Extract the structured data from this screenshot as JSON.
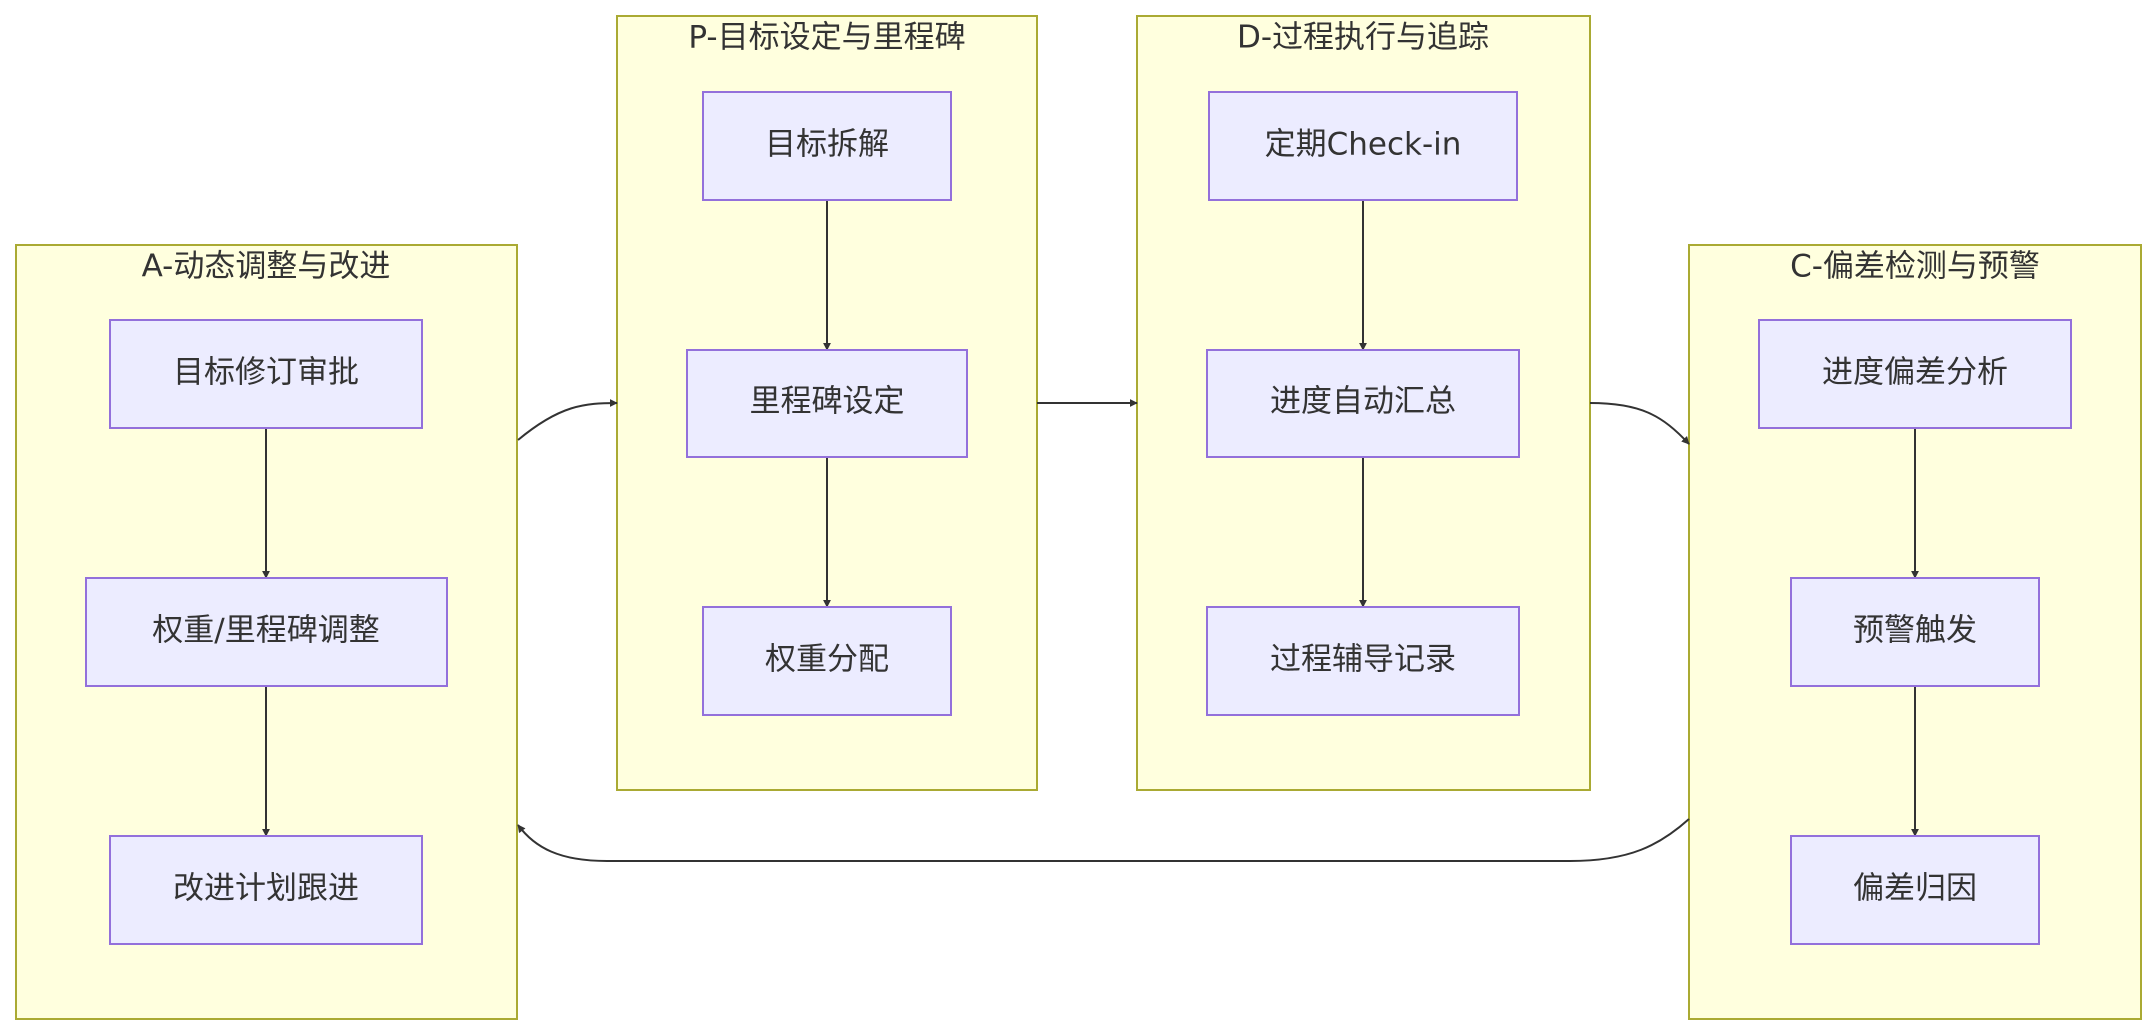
{
  "colors": {
    "background": "#ffffff",
    "cluster_fill": "#ffffde",
    "cluster_stroke": "#aaaa33",
    "node_fill": "#ececff",
    "node_stroke": "#9370db",
    "text": "#333333",
    "edge": "#333333"
  },
  "clusters": {
    "a": {
      "title": "A-动态调整与改进"
    },
    "p": {
      "title": "P-目标设定与里程碑"
    },
    "d": {
      "title": "D-过程执行与追踪"
    },
    "c": {
      "title": "C-偏差检测与预警"
    }
  },
  "nodes": {
    "a1": "目标修订审批",
    "a2": "权重/里程碑调整",
    "a3": "改进计划跟进",
    "p1": "目标拆解",
    "p2": "里程碑设定",
    "p3": "权重分配",
    "d1": "定期Check-in",
    "d2": "进度自动汇总",
    "d3": "过程辅导记录",
    "c1": "进度偏差分析",
    "c2": "预警触发",
    "c3": "偏差归因"
  }
}
